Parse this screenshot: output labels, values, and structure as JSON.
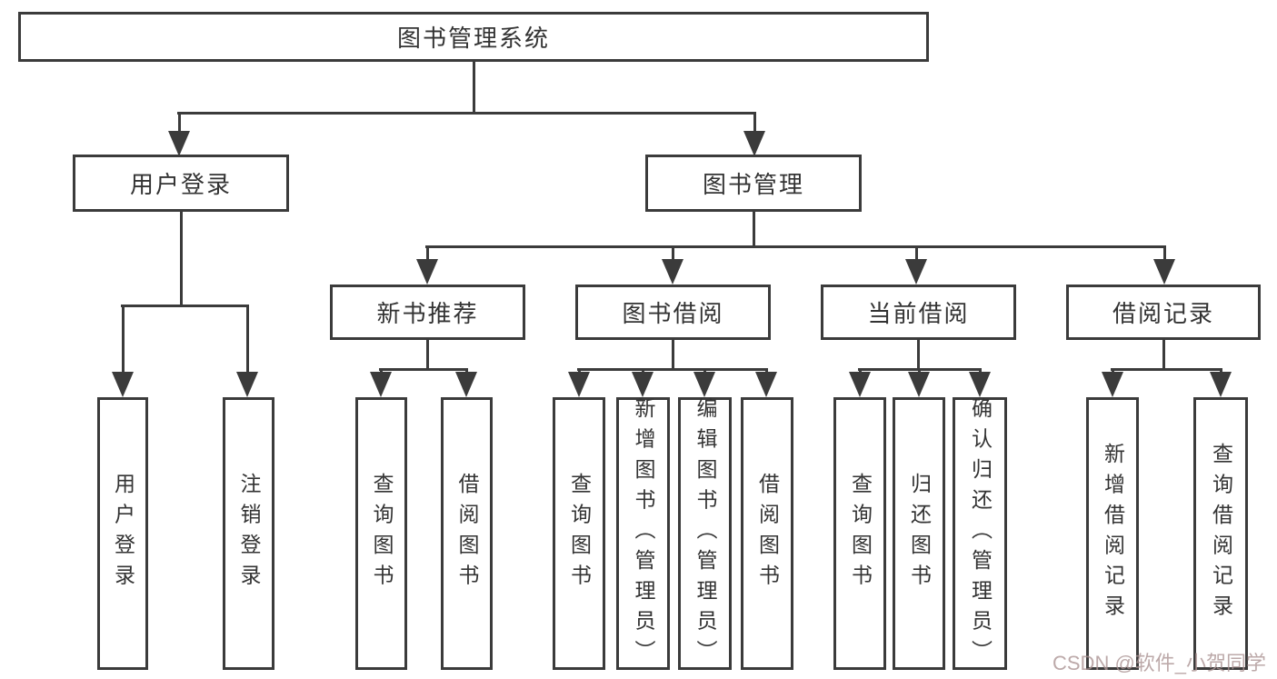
{
  "diagram": {
    "title": "图书管理系统",
    "level2": [
      {
        "label": "用户登录",
        "children": [
          {
            "label": "用户登录"
          },
          {
            "label": "注销登录"
          }
        ]
      },
      {
        "label": "图书管理",
        "children": [
          {
            "label": "新书推荐",
            "children": [
              {
                "label": "查询图书"
              },
              {
                "label": "借阅图书"
              }
            ]
          },
          {
            "label": "图书借阅",
            "children": [
              {
                "label": "查询图书"
              },
              {
                "label": "新增图书（管理员）"
              },
              {
                "label": "编辑图书（管理员）"
              },
              {
                "label": "借阅图书"
              }
            ]
          },
          {
            "label": "当前借阅",
            "children": [
              {
                "label": "查询图书"
              },
              {
                "label": "归还图书"
              },
              {
                "label": "确认归还（管理员）"
              }
            ]
          },
          {
            "label": "借阅记录",
            "children": [
              {
                "label": "新增借阅记录"
              },
              {
                "label": "查询借阅记录"
              }
            ]
          }
        ]
      }
    ],
    "watermark": "CSDN @软件_小贺同学",
    "colors": {
      "line": "#3b3b3b",
      "text": "#333333",
      "background": "#ffffff",
      "watermark": "#ab9494"
    }
  }
}
